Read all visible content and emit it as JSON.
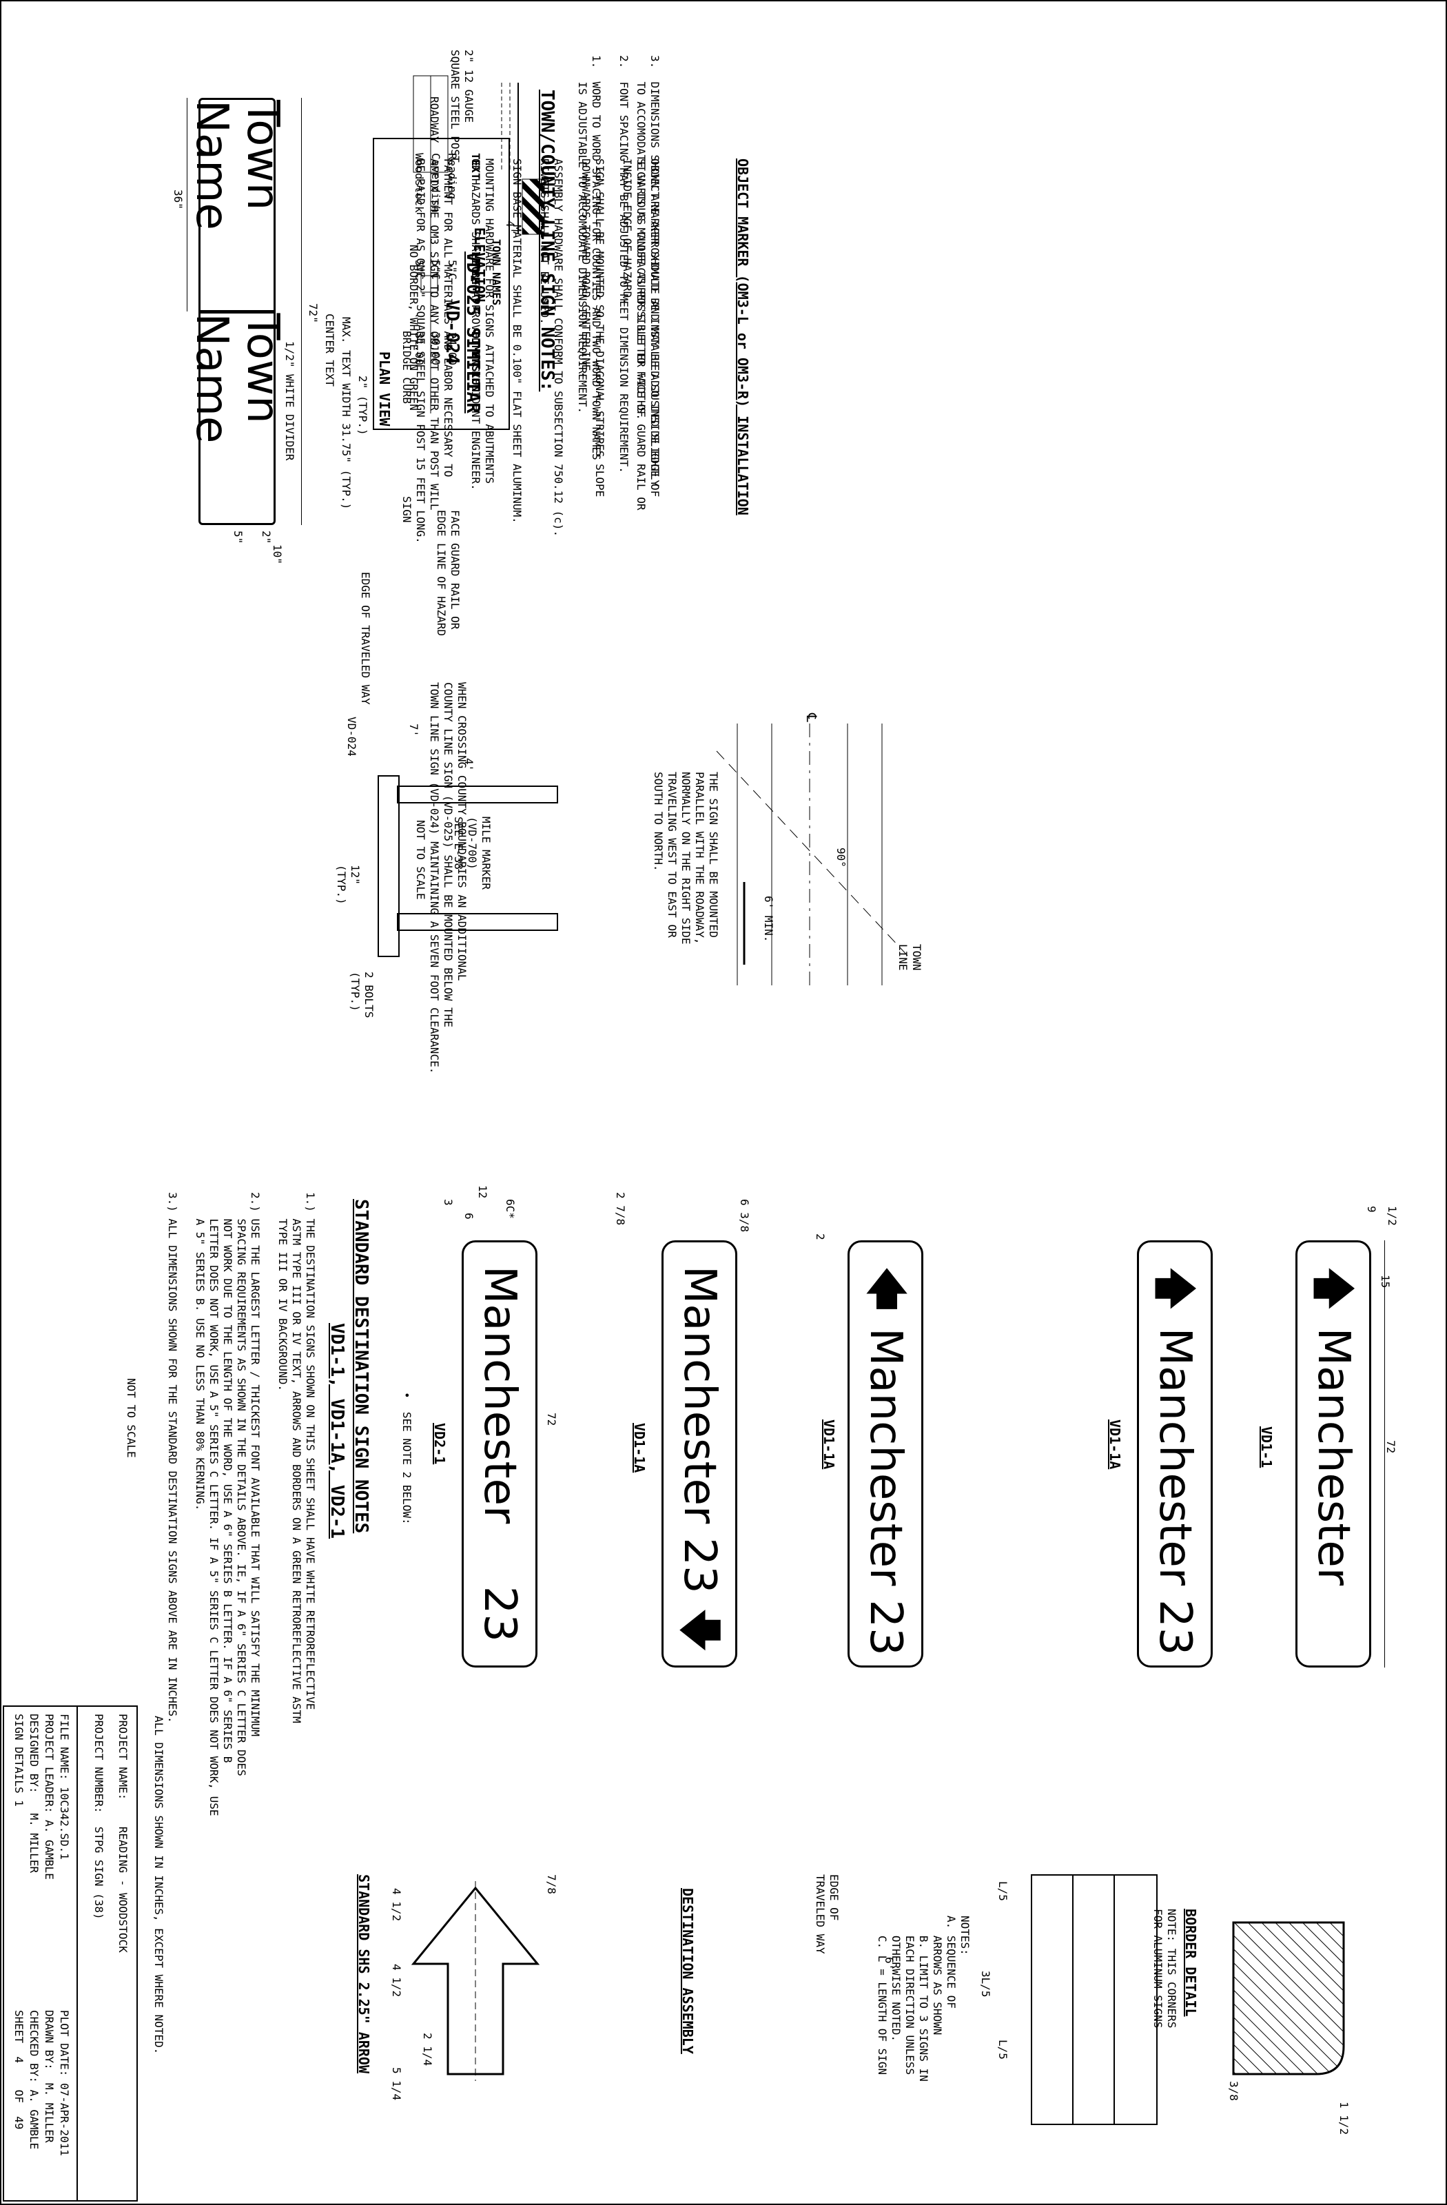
{
  "town_line": {
    "sign_left": "Town Name",
    "sign_right": "Town Name",
    "white_divider": "1/2\" WHITE DIVIDER",
    "center_text": "CENTER TEXT",
    "max_text_width": "MAX. TEXT WIDTH 31.75\" (TYP.)",
    "typ_2": "2\" (TYP.)",
    "dim_36": "36\"",
    "dim_72": "72\"",
    "dim_5": "5\"",
    "dim_2": "2\"",
    "dim_10": "10\"",
    "border_note": "NO BORDER, WHITE ON GREEN",
    "title1": "VD-024",
    "title2": "VD-025 SIMILIAR",
    "table_title": "TOWN NAMES",
    "table_headers": [
      "TEXT",
      "FONT",
      "DIMENSION"
    ],
    "table_rows": [
      [
        "Reading",
        "5\"C",
        "24.00"
      ],
      [
        "Cavendish",
        "5\"C",
        "30.00"
      ],
      [
        "Woodstock",
        "5\"C",
        "31.00"
      ]
    ],
    "notes_title": "TOWN/COUNTY LINE SIGN NOTES:",
    "notes": [
      "1.  WORD TO WORD SPACING FOR COUNTIES AND TWO WORD TOWN NAMES\n    IS ADJUSTABLE TO ACCOMODATE DIMENSION REQUIREMENT.",
      "2.  FONT SPACING MAY BE ADJUSTED TO MEET DIMENSION REQUIREMENT.",
      "3.  DIMENSIONS SHOWN ARE APPROXIMATE AND MAY BE ADJUSTED SLIGHTLY\n    TO ACCOMODATE VARIOUS MANUFACTURER'S LETTER WIDTHS."
    ]
  },
  "mounting": {
    "vd024_label": "VD-024",
    "dim_7": "7'",
    "dim_4": "4'",
    "dim_12": "12\"\n(TYP.)",
    "bolts": "2 BOLTS\n(TYP.)",
    "mile_marker": "MILE MARKER\n(VD-700)\nSEE E-38",
    "edge": "EDGE OF TRAVELED WAY",
    "not_to_scale": "NOT TO SCALE",
    "crossing_note": "WHEN CROSSING COUNTY BOUNDARIES AN ADDITIONAL\nCOUNTY LINE SIGN (VD-025) SHALL BE MOUNTED BELOW THE\nTOWN LINE SIGN (VD-024) MAINTAINING A SEVEN FOOT CLEARANCE."
  },
  "plan": {
    "town_line": "TOWN\nLINE",
    "angle": "90°",
    "min": "6' MIN.",
    "cl": "℄",
    "note": "THE SIGN SHALL BE MOUNTED\nPARALLEL WITH THE ROADWAY,\nNORMALLY ON THE RIGHT SIDE\nTRAVELING WEST TO EAST OR\nSOUTH TO NORTH."
  },
  "object_marker": {
    "post": "2\" 12 GAUGE\nSQUARE STEEL POST",
    "roadway": "ROADWAY",
    "dim_4": "4'",
    "elevation": "ELEVATION",
    "bridge_curb": "BRIDGE CURB",
    "sign": "SIGN",
    "face": "FACE GUARD RAIL OR\nEDGE LINE OF HAZARD",
    "plan_view": "PLAN VIEW",
    "notes": "OBJECT MARKER SHOULD BE INSTALLED SO INSIDE EDGE OF\nSIGN IS AS CLOSE AS POSSIBLE TO FACE OF GUARD RAIL OR\nINSIDE EDGE OF HAZARD.\n\nSIGN SHALL BE MOUNTED SO THE DIAGONAL STRIPES SLOPE\nDOWNWARDS TOWARD ROAD CENTERLINE.\n\nASSEMBLY HARDWARE SHALL CONFORM TO SUBSECTION 750.12 (c).\nRIVETS SHALL NOT BE USED.\n\nSIGN BASE MATERIAL SHALL BE 0.100\" FLAT SHEET ALUMINUM.\n\nMOUNTING HARDWARE FOR SIGNS ATTACHED TO ABUTMENTS\nOR HAZARDS SHALL BE APPROVED BY RESIDENT ENGINEER.\n\nPAYMENT FOR ALL MATERIALS AND LABOR NECESSARY TO\nAFFIX THE OM3 SIGN TO ANY OBJECT OTHER THAN POST WILL\nBE PAID FOR AS ONE 2\" SQUARE STEEL SIGN POST 15 FEET LONG.",
    "title": "OBJECT MARKER (OM3-L or OM3-R) INSTALLATION"
  },
  "destination": {
    "signs": [
      {
        "name": "Manchester",
        "number": "",
        "label": "VD1-1"
      },
      {
        "name": "Manchester",
        "number": "23",
        "label": "VD1-1A"
      },
      {
        "name": "Manchester",
        "number": "23",
        "label": "VD1-1A"
      },
      {
        "name": "Manchester",
        "number": "23",
        "label": "VD1-1A"
      },
      {
        "name": "Manchester",
        "number": "23",
        "label": "VD2-1"
      }
    ],
    "dims": {
      "d72": "72",
      "d6c": "6C*",
      "d3": "3",
      "d12": "12",
      "d15": "15",
      "d9": "9",
      "d2": "2",
      "d6": "6",
      "d1_2": "1/2",
      "d6_3_8": "6 3/8",
      "d2_7_8": "2 7/8"
    },
    "see_note": "•  SEE NOTE 2 BELOW:",
    "notes_title": "STANDARD DESTINATION SIGN NOTES",
    "notes_subtitle": "VD1-1, VD1-1A, VD2-1",
    "notes": "1.) THE DESTINATION SIGNS SHOWN ON THIS SHEET SHALL HAVE WHITE RETROREFLECTIVE\n    ASTM TYPE III OR IV TEXT, ARROWS AND BORDERS ON A GREEN RETROREFLECTIVE ASTM\n    TYPE III OR IV BACKGROUND.\n\n2.) USE THE LARGEST LETTER / THICKEST FONT AVAILABLE THAT WILL SATISFY THE MINIMUM\n    SPACING REQUIREMENTS AS SHOWN IN THE DETAILS ABOVE. IE, IF A 6\" SERIES C LETTER DOES\n    NOT WORK DUE TO THE LENGTH OF THE WORD, USE A 6\" SERIES B LETTER. IF A 6\" SERIES B\n    LETTER DOES NOT WORK, USE A 5\" SERIES C LETTER. IF A 5\" SERIES C LETTER DOES NOT WORK, USE\n    A 5\" SERIES B. USE NO LESS THAN 80% KERNING.\n\n3.) ALL DIMENSIONS SHOWN FOR THE STANDARD DESTINATION SIGNS ABOVE ARE IN INCHES.",
    "not_to_scale": "NOT TO SCALE"
  },
  "border_detail": {
    "title": "BORDER DETAIL",
    "sub": "NOTE: THIS CORNERS\nFOR ALUMINUM SIGNS",
    "d1": "3/8",
    "d2": "1 1/2"
  },
  "assembly": {
    "title": "DESTINATION ASSEMBLY",
    "edge": "EDGE OF\nTRAVELED WAY",
    "d6": "6'",
    "l5a": "L/5",
    "l5b": "L/5",
    "l35": "3L/5",
    "notes": "NOTES:\nA. SEQUENCE OF\n   ARROWS AS SHOWN\n   B. LIMIT TO 3 SIGNS IN\n   EACH DIRECTION UNLESS\n   OTHERWISE NOTED.\n   C. L = LENGTH OF SIGN"
  },
  "arrow": {
    "title": "STANDARD SHS 2.25\" ARROW",
    "d1": "4 1/2",
    "d2": "4 1/2",
    "d3": "2 1/4",
    "d4": "5 1/4",
    "d5": "7/8"
  },
  "title_block": {
    "all_dims": "ALL DIMENSIONS SHOWN IN INCHES, EXCEPT WHERE NOTED.",
    "project_name": "PROJECT NAME:    READING - WOODSTOCK",
    "project_number": "PROJECT NUMBER:  STPG SIGN (38)",
    "file_name": "FILE NAME: 10C342.SD.1",
    "plot_date": "PLOT DATE: 07-APR-2011",
    "project_leader": "PROJECT LEADER: A. GAMBLE",
    "drawn_by": "DRAWN BY:  M. MILLER",
    "designed_by": "DESIGNED BY:   M. MILLER",
    "checked_by": "CHECKED BY: A. GAMBLE",
    "sheet_name": "SIGN DETAILS 1",
    "sheet_no": "SHEET  4    OF  49"
  }
}
